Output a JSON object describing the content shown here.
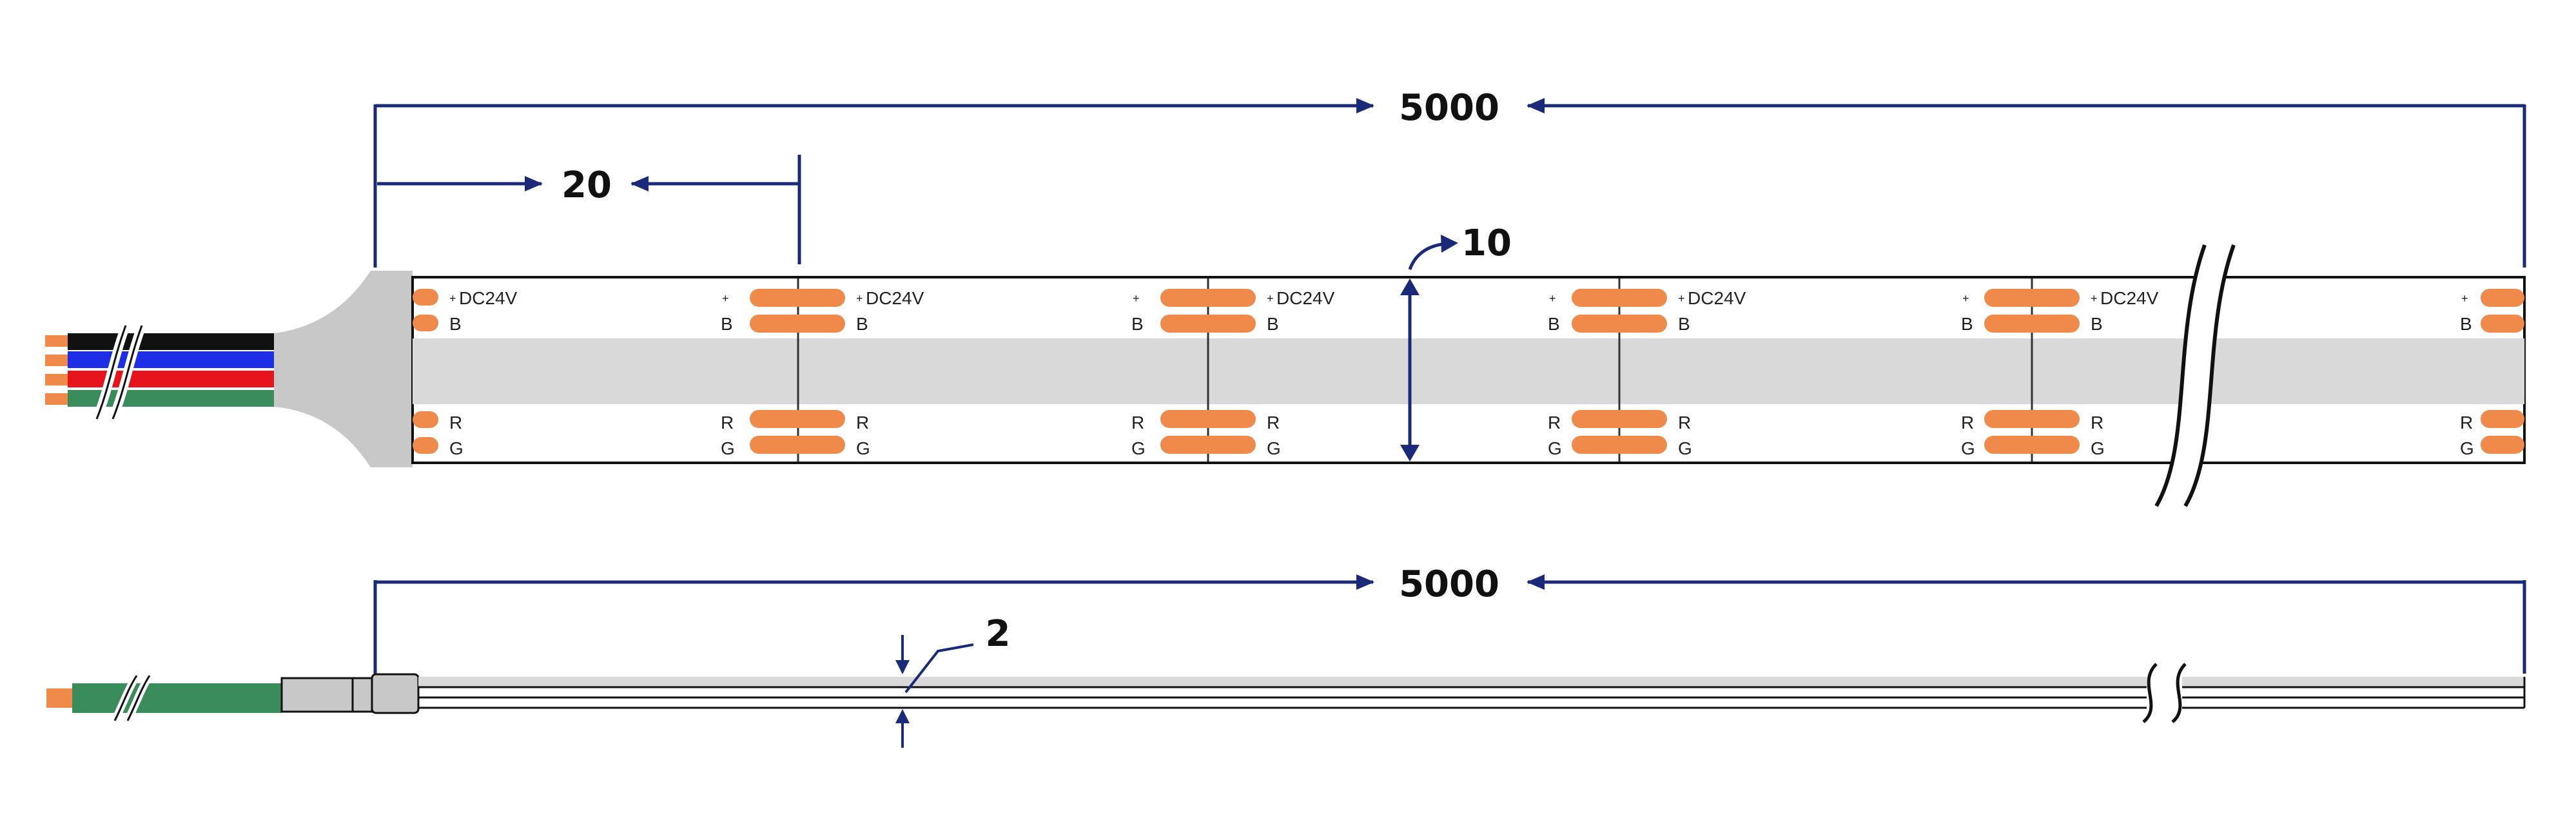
{
  "dimensions": {
    "total_length_top": "5000",
    "cut_unit": "20",
    "width": "10",
    "total_length_bottom": "5000",
    "thickness": "2"
  },
  "pad_labels": {
    "voltage": "DC24V",
    "plus": "+",
    "b": "B",
    "r": "R",
    "g": "G"
  },
  "colors": {
    "dimension_line": "#1b2a78",
    "pad": "#f08a4b",
    "strip_body": "#ffffff",
    "strip_stripe": "#d9d9d9",
    "wire_black": "#111111",
    "wire_blue": "#1d2ee6",
    "wire_red": "#e8141c",
    "wire_green": "#3a8c5a",
    "connector": "#c8c8c8"
  },
  "icons": [
    "break-mark-icon",
    "arrow-icon"
  ]
}
